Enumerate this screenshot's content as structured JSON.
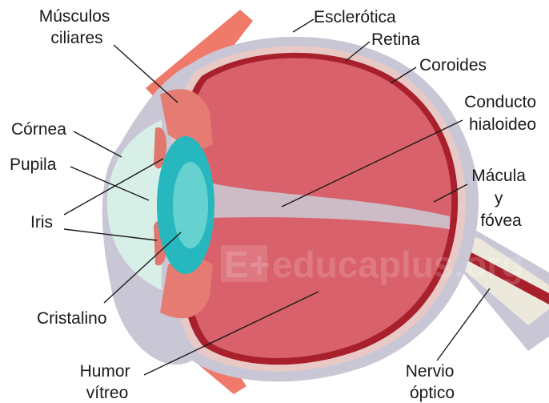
{
  "diagram": {
    "labels": {
      "musculos_ciliares": [
        "Músculos",
        "ciliares"
      ],
      "esclerotica": "Esclerótica",
      "retina": "Retina",
      "coroides": "Coroides",
      "conducto_hialoideo": [
        "Conducto",
        "hialoideo"
      ],
      "cornea": "Córnea",
      "pupila": "Pupila",
      "iris": "Iris",
      "macula_fovea": [
        "Mácula",
        "y",
        "fóvea"
      ],
      "cristalino": "Cristalino",
      "humor_vitreo": [
        "Humor",
        "vítreo"
      ],
      "nervio_optico": [
        "Nervio",
        "óptico"
      ]
    },
    "watermark": {
      "mark": "E+",
      "text": "educaplus.org"
    },
    "colors": {
      "sclera": "#c9c7d6",
      "choroid": "#e8c9c5",
      "retina": "#a8202c",
      "vitreous": "#d9616b",
      "vitreous_dark": "#cf5661",
      "lens": "#27b8bf",
      "lens_core": "#66d2cf",
      "cornea": "#d8efe8",
      "iris": "#e0786f",
      "ciliary": "#e57b72",
      "muscle": "#f07a6a",
      "leader_line": "#1a1a1a"
    }
  }
}
